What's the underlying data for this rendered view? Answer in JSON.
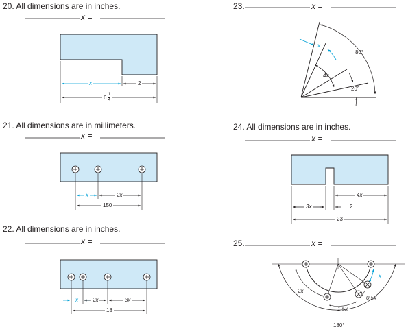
{
  "problems": [
    {
      "number": "20.",
      "statement": "All dimensions are in inches.",
      "answer_label": "x =",
      "dims": {
        "x": "x",
        "b": "2",
        "total_whole": "6",
        "total_num": "1",
        "total_den": "4"
      }
    },
    {
      "number": "21.",
      "statement": "All dimensions are in millimeters.",
      "answer_label": "x =",
      "dims": {
        "x": "x",
        "b": "2x",
        "total": "150"
      }
    },
    {
      "number": "22.",
      "statement": "All dimensions are in inches.",
      "answer_label": "x =",
      "dims": {
        "x": "x",
        "b": "2x",
        "c": "3x",
        "total": "18"
      }
    },
    {
      "number": "23.",
      "statement": "",
      "answer_label": "x =",
      "dims": {
        "x": "x",
        "a": "80°",
        "b": "4x",
        "c": "20°"
      }
    },
    {
      "number": "24.",
      "statement": "All dimensions are in inches.",
      "answer_label": "x =",
      "dims": {
        "a": "4x",
        "b": "3x",
        "c": "2",
        "total": "23"
      }
    },
    {
      "number": "25.",
      "statement": "",
      "answer_label": "x =",
      "dims": {
        "x": "x",
        "a": "2x",
        "b": "0.5x",
        "c": "1.5x",
        "total": "180°"
      }
    }
  ],
  "colors": {
    "part_fill": "#cfe9f7",
    "accent": "#00a0d6",
    "ink": "#231f20"
  }
}
